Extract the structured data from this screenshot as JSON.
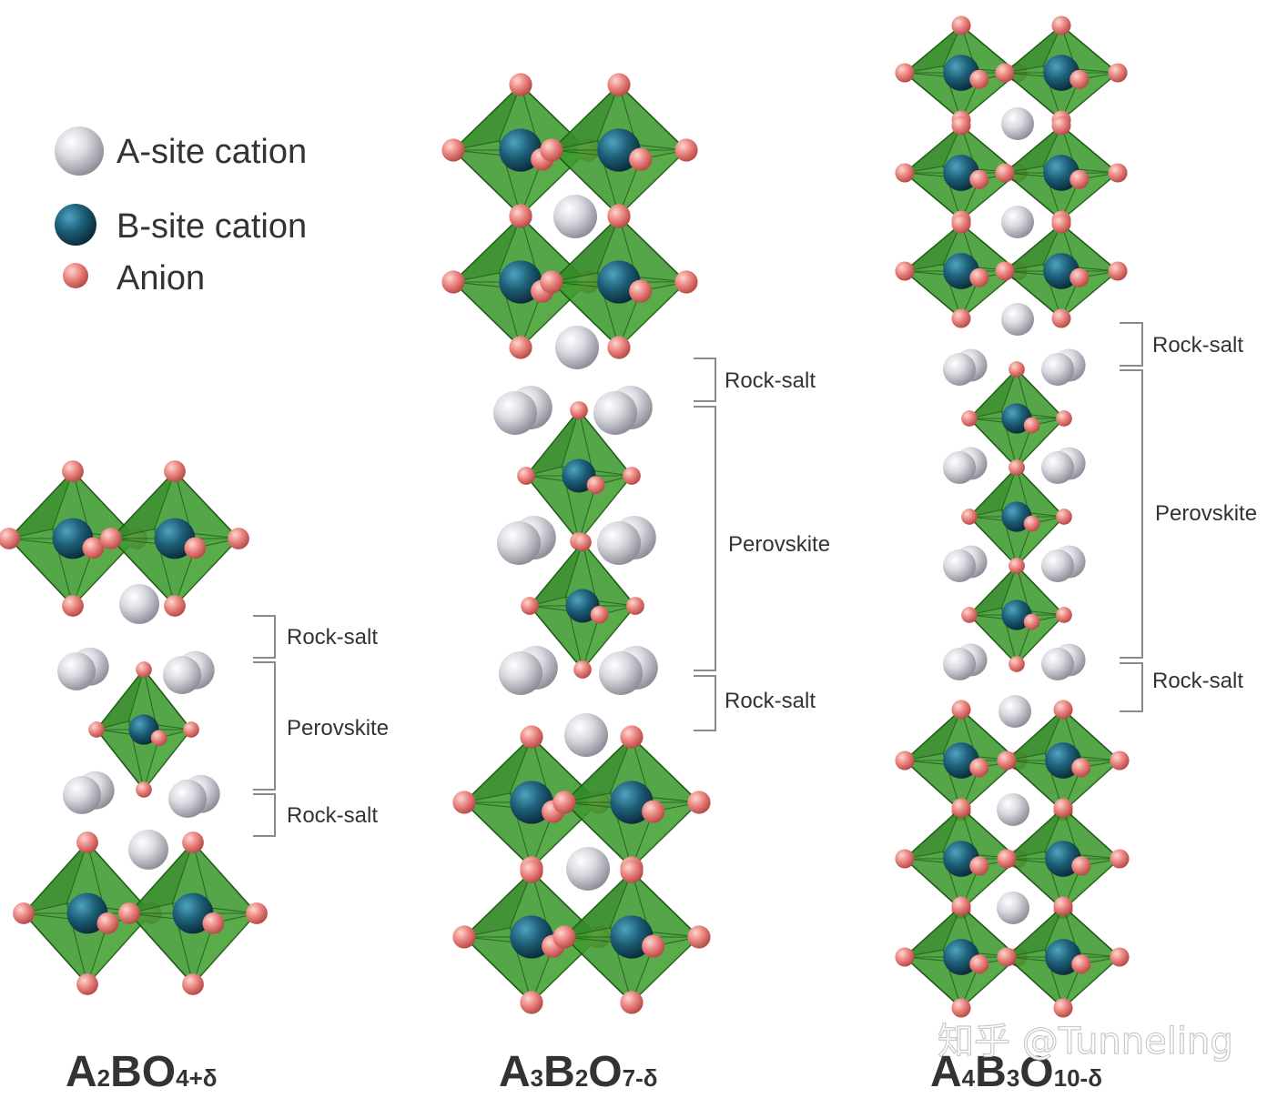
{
  "legend": [
    {
      "label": "A-site cation",
      "color": "#c8c9d2"
    },
    {
      "label": "B-site cation",
      "color": "#1d5f78"
    },
    {
      "label": "Anion",
      "color": "#e87c7c"
    }
  ],
  "colors": {
    "octahedron_fill": "#3d9a2f",
    "octahedron_edge": "#1f5a17",
    "a_site": "#c8c9d2",
    "b_site": "#1d5f78",
    "anion": "#e87c7c"
  },
  "structures": [
    {
      "formula": {
        "main": "A",
        "sub1": "2",
        "mid": "BO",
        "sub2": "4+δ",
        "tail": ""
      },
      "regions": [
        "Rock-salt",
        "Perovskite",
        "Rock-salt"
      ]
    },
    {
      "formula": {
        "main": "A",
        "sub1": "3",
        "mid": "B",
        "sub2": "2",
        "tail": "O",
        "sub3": "7-δ"
      },
      "regions": [
        "Rock-salt",
        "Perovskite",
        "Rock-salt"
      ]
    },
    {
      "formula": {
        "main": "A",
        "sub1": "4",
        "mid": "B",
        "sub2": "3",
        "tail": "O",
        "sub3": "10-δ"
      },
      "regions": [
        "Rock-salt",
        "Perovskite",
        "Rock-salt"
      ]
    }
  ],
  "watermark": "知乎 @Tunneling"
}
